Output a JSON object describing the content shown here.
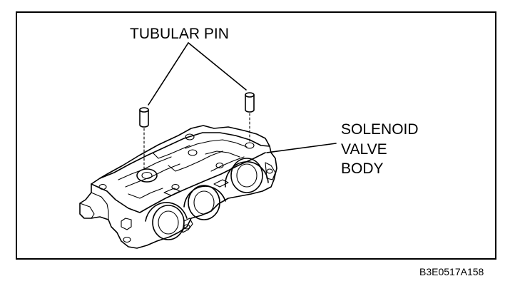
{
  "labels": {
    "tubular_pin": "TUBULAR PIN",
    "solenoid_line1": "SOLENOID",
    "solenoid_line2": "VALVE",
    "solenoid_line3": "BODY",
    "figure_code": "B3E0517A158"
  },
  "icons": {
    "component": "solenoid-valve-body-icon",
    "pins": "tubular-pin-icon"
  }
}
